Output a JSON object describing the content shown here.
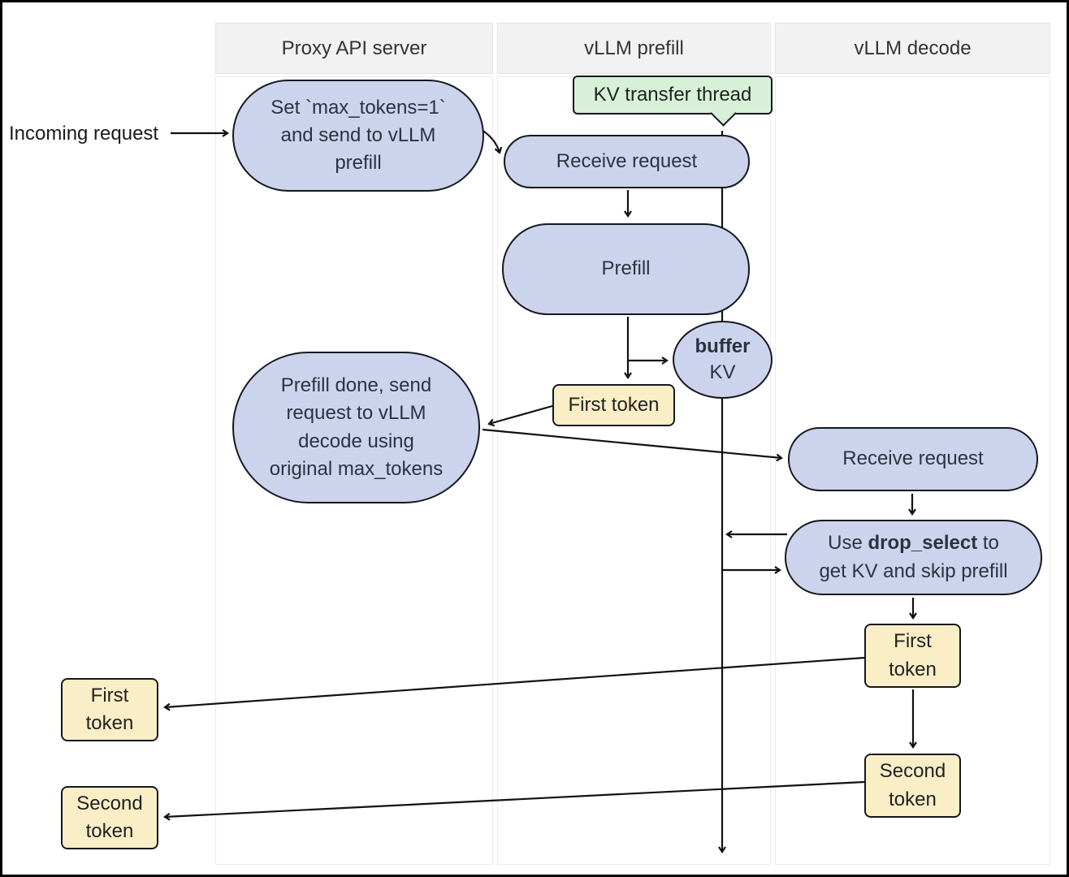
{
  "diagram": {
    "lanes": [
      {
        "label": "Proxy API server"
      },
      {
        "label": "vLLM prefill"
      },
      {
        "label": "vLLM decode"
      }
    ],
    "external": {
      "incoming_label": "Incoming request"
    },
    "nodes": {
      "set_max_tokens": {
        "label": "Set `max_tokens=1`\nand send to vLLM\nprefill"
      },
      "kv_thread": {
        "label": "KV transfer thread"
      },
      "prefill_receive": {
        "label": "Receive request"
      },
      "prefill": {
        "label": "Prefill"
      },
      "buffer": {
        "bold": "buffer",
        "label": "KV"
      },
      "first_token_prefill": {
        "label": "First token"
      },
      "prefill_done": {
        "label": "Prefill done, send\nrequest to vLLM\ndecode using\noriginal max_tokens"
      },
      "decode_receive": {
        "label": "Receive request"
      },
      "drop_select": {
        "before": "Use ",
        "code": "drop_select",
        "after": " to\nget KV and skip prefill"
      },
      "first_token_decode": {
        "label": "First\ntoken"
      },
      "second_token_decode": {
        "label": "Second\ntoken"
      },
      "first_token_out": {
        "label": "First\ntoken"
      },
      "second_token_out": {
        "label": "Second\ntoken"
      }
    },
    "colors": {
      "process_fill": "#ccd3ec",
      "token_fill": "#faeec6",
      "thread_fill": "#d8f0d8",
      "node_border": "#16181d",
      "lane_header_bg": "#f2f2f2",
      "arrow": "#111111"
    }
  }
}
